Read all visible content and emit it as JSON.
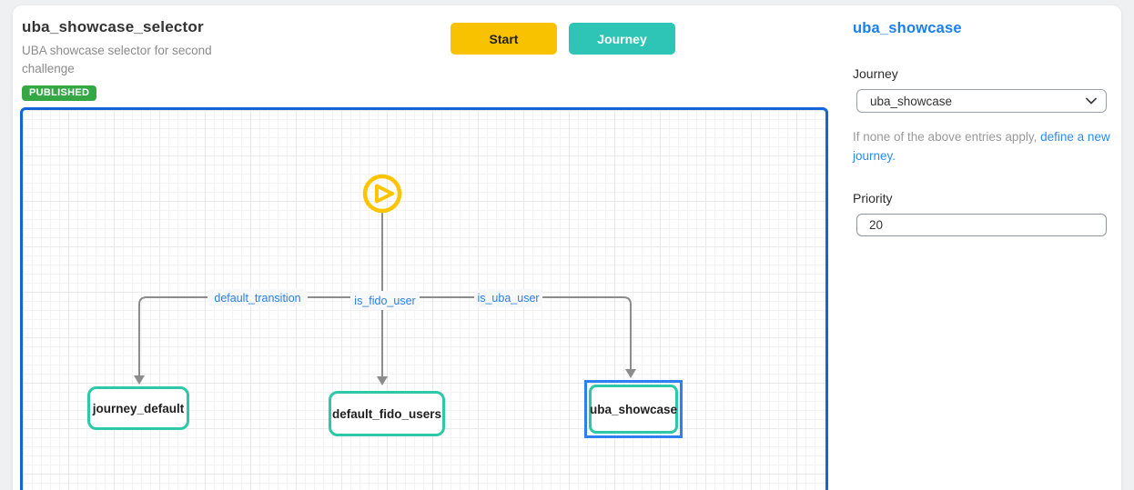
{
  "header": {
    "title": "uba_showcase_selector",
    "subtitle": "UBA showcase selector for second challenge",
    "status_badge": "PUBLISHED",
    "start_button": "Start",
    "journey_button": "Journey"
  },
  "diagram": {
    "start_node": {
      "icon": "play-icon"
    },
    "edges": [
      {
        "label": "default_transition"
      },
      {
        "label": "is_fido_user"
      },
      {
        "label": "is_uba_user"
      }
    ],
    "nodes": [
      {
        "label": "journey_default",
        "selected": false
      },
      {
        "label": "default_fido_users",
        "selected": false
      },
      {
        "label": "uba_showcase",
        "selected": true
      }
    ]
  },
  "panel": {
    "title": "uba_showcase",
    "journey_label": "Journey",
    "journey_value": "uba_showcase",
    "helper_prefix": "If none of the above entries apply, ",
    "helper_link": "define a new journey.",
    "priority_label": "Priority",
    "priority_value": "20"
  },
  "colors": {
    "accent_blue": "#1a7ff0",
    "selection_blue": "#2e7ff2",
    "canvas_border_blue": "#1565d8",
    "edge_label_blue": "#2a7fe0",
    "node_teal": "#2cc8a8",
    "button_teal": "#2ec4b6",
    "button_yellow": "#f8c200",
    "badge_green": "#35a745",
    "play_yellow": "#ffc400",
    "edge_gray": "#8c8c8c"
  }
}
